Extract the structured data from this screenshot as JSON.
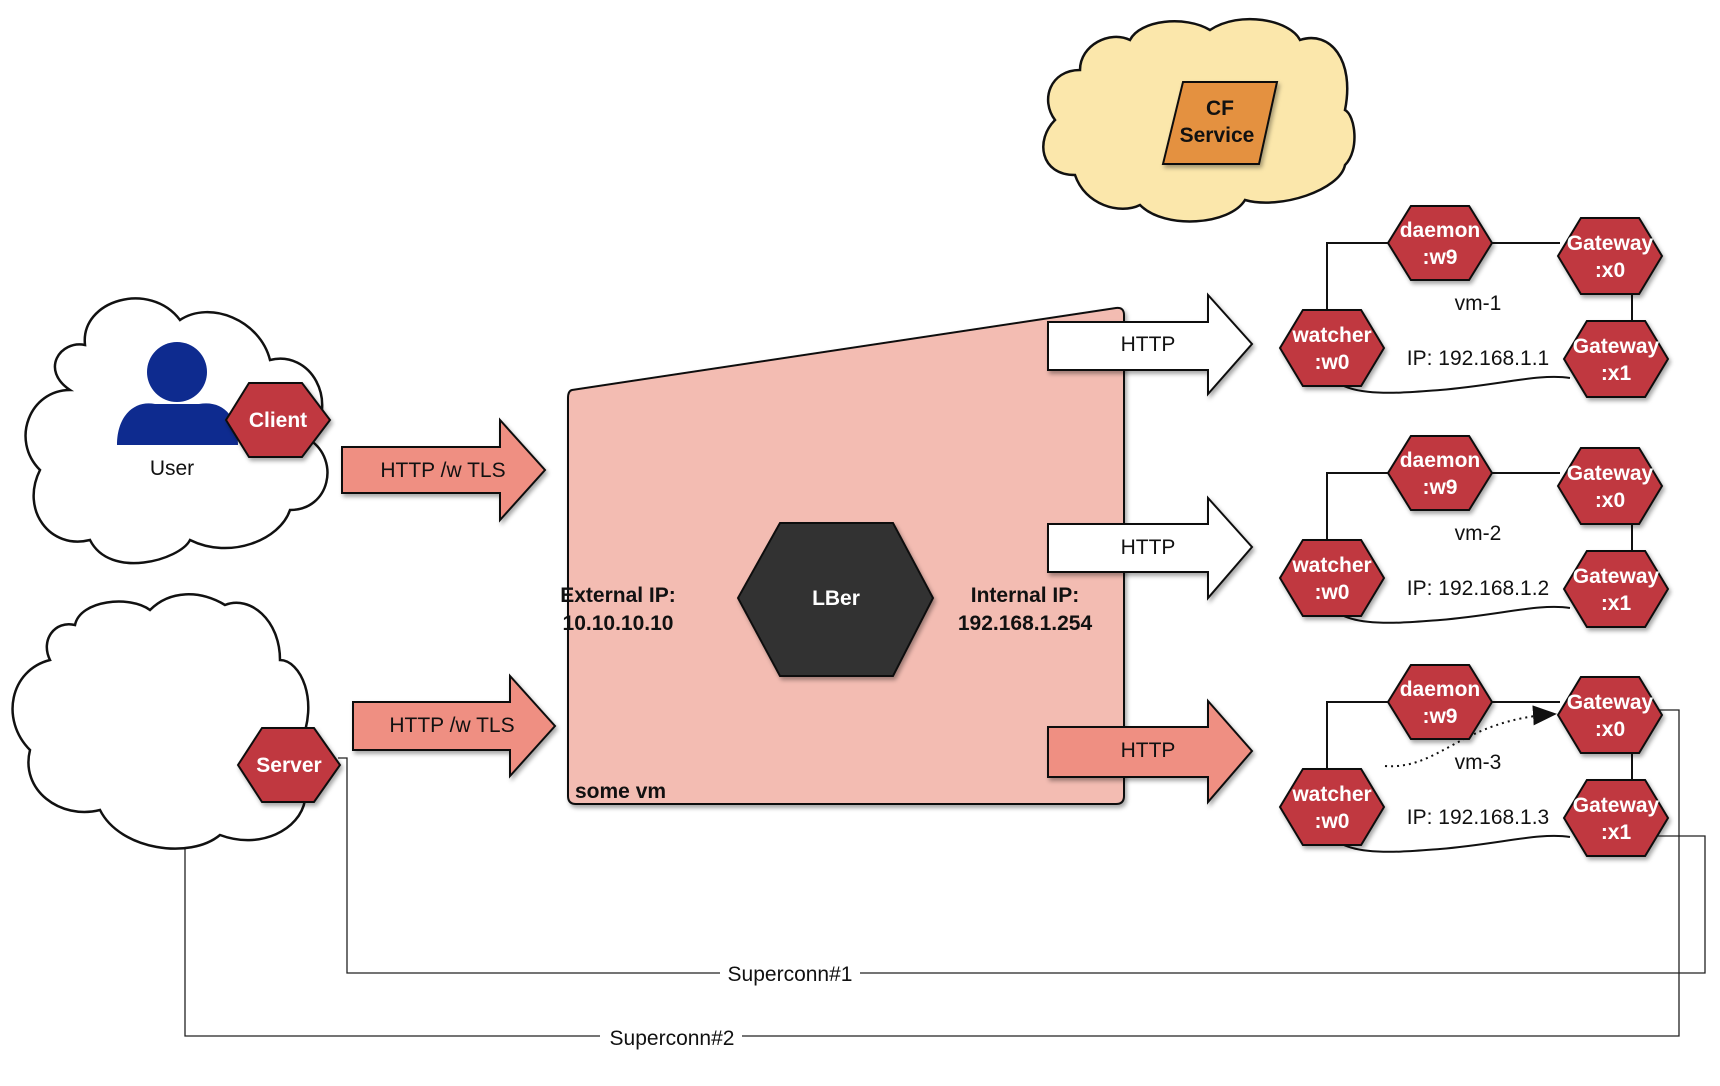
{
  "colors": {
    "hex_red": "#c0393f",
    "hex_dark": "#333333",
    "vm_fill": "#f3bcb2",
    "arrow_salmon": "#ef8f82",
    "arrow_white": "#ffffff",
    "cloud_yellow": "#fbe7ab",
    "cf_service_orange": "#e4913f",
    "user_blue": "#0e2b8f"
  },
  "user_cloud": {
    "user_label": "User",
    "client_label": "Client",
    "user_icon": "person-icon"
  },
  "server_cloud": {
    "server_label": "Server"
  },
  "cf_cloud": {
    "service_line1": "CF",
    "service_line2": "Service"
  },
  "tls_arrows": {
    "top_label": "HTTP /w TLS",
    "bottom_label": "HTTP /w TLS"
  },
  "load_balancer_vm": {
    "vm_label": "some vm",
    "lb_label": "LBer",
    "external_ip_title": "External IP:",
    "external_ip_value": "10.10.10.10",
    "internal_ip_title": "Internal IP:",
    "internal_ip_value": "192.168.1.254"
  },
  "http_arrows": {
    "label_1": "HTTP",
    "label_2": "HTTP",
    "label_3": "HTTP"
  },
  "vms": [
    {
      "name": "vm-1",
      "ip": "IP: 192.168.1.1",
      "daemon": [
        "daemon",
        ":w9"
      ],
      "watcher": [
        "watcher",
        ":w0"
      ],
      "gateway0": [
        "Gateway",
        ":x0"
      ],
      "gateway1": [
        "Gateway",
        ":x1"
      ]
    },
    {
      "name": "vm-2",
      "ip": "IP: 192.168.1.2",
      "daemon": [
        "daemon",
        ":w9"
      ],
      "watcher": [
        "watcher",
        ":w0"
      ],
      "gateway0": [
        "Gateway",
        ":x0"
      ],
      "gateway1": [
        "Gateway",
        ":x1"
      ]
    },
    {
      "name": "vm-3",
      "ip": "IP: 192.168.1.3",
      "daemon": [
        "daemon",
        ":w9"
      ],
      "watcher": [
        "watcher",
        ":w0"
      ],
      "gateway0": [
        "Gateway",
        ":x0"
      ],
      "gateway1": [
        "Gateway",
        ":x1"
      ]
    }
  ],
  "superconns": {
    "label_1": "Superconn#1",
    "label_2": "Superconn#2"
  }
}
